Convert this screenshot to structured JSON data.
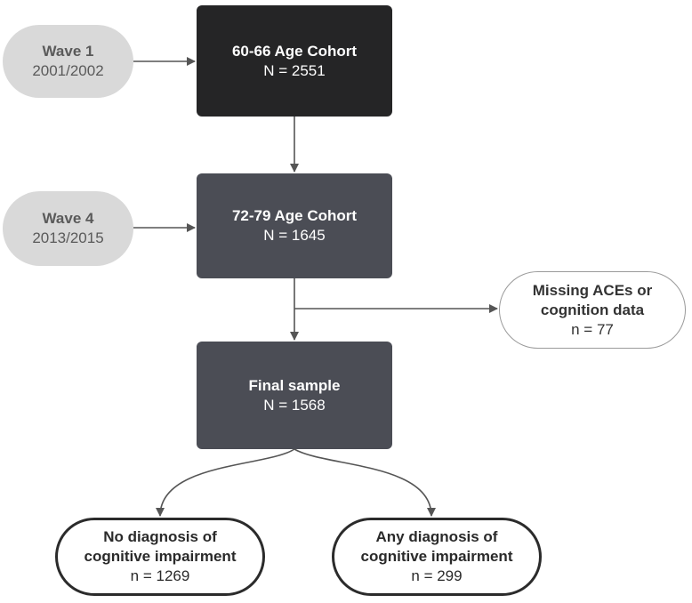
{
  "nodes": {
    "wave1": {
      "title": "Wave 1",
      "subtitle": "2001/2002"
    },
    "cohort_60_66": {
      "title": "60-66 Age Cohort",
      "subtitle": "N = 2551"
    },
    "wave4": {
      "title": "Wave 4",
      "subtitle": "2013/2015"
    },
    "cohort_72_79": {
      "title": "72-79 Age Cohort",
      "subtitle": "N = 1645"
    },
    "missing": {
      "title_line1": "Missing ACEs or",
      "title_line2": "cognition data",
      "subtitle": "n = 77"
    },
    "final_sample": {
      "title": "Final sample",
      "subtitle": "N = 1568"
    },
    "no_diagnosis": {
      "title_line1": "No diagnosis of",
      "title_line2": "cognitive impairment",
      "subtitle": "n = 1269"
    },
    "any_diagnosis": {
      "title_line1": "Any diagnosis of",
      "title_line2": "cognitive impairment",
      "subtitle": "n = 299"
    }
  },
  "colors": {
    "dark_box": "#252526",
    "slate_box": "#4b4d55",
    "grey_pill": "#d9d9d9",
    "arrow": "#555555"
  }
}
